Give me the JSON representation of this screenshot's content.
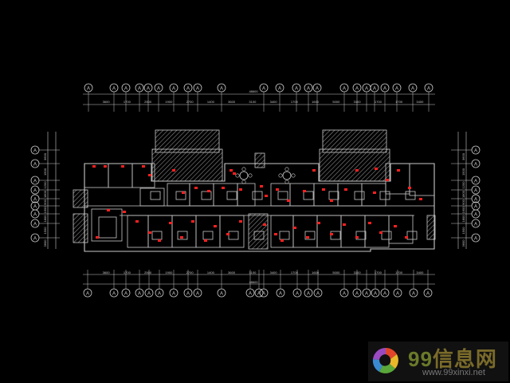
{
  "drawing": {
    "background": "#000000",
    "line_color": "#c8c8c8",
    "accent_color": "#ff2020",
    "hatch_color": "#8a8a8a",
    "grid_bubble_label": "A",
    "top_dimensions": [
      "3600",
      "1700",
      "2500",
      "1900",
      "2700",
      "1400",
      "3600",
      "3100",
      "3400",
      "1700",
      "1600",
      "5000",
      "3100",
      "1700",
      "1700",
      "3400"
    ],
    "bottom_dimensions": [
      "3600",
      "1700",
      "2500",
      "1900",
      "2700",
      "1400",
      "3600",
      "3100",
      "3400",
      "1700",
      "1600",
      "5000",
      "3100",
      "1700",
      "1700",
      "3400"
    ],
    "top_total": "48600",
    "bottom_total": "48600",
    "side_dimensions": [
      "3600",
      "1500",
      "1200",
      "1800",
      "900",
      "1600",
      "1800",
      "1500",
      "3600"
    ]
  },
  "watermark": {
    "title_digits": "99",
    "title_text": "信息网",
    "url": "www.99xinxi.net"
  }
}
